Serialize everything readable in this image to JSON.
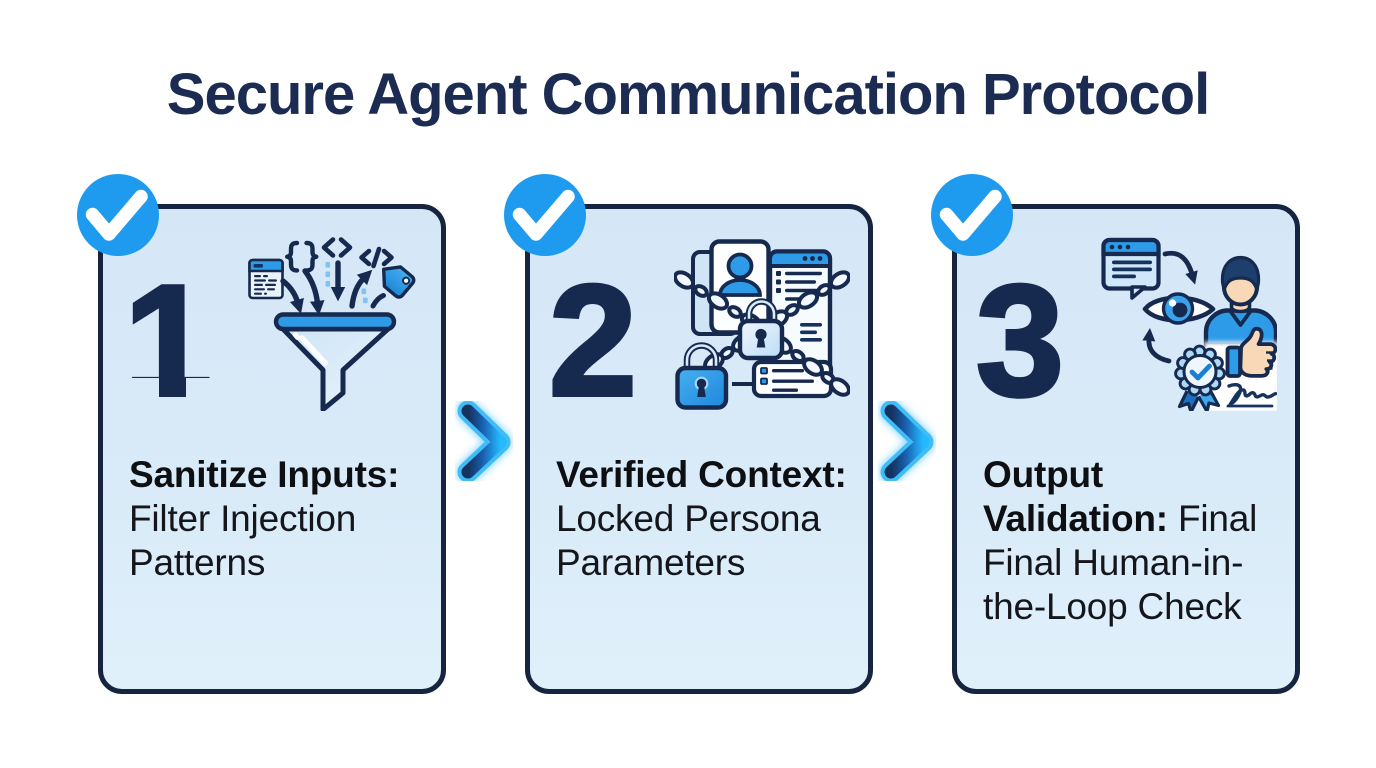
{
  "title": {
    "text": "Secure Agent Communication Protocol"
  },
  "steps": [
    {
      "number": "1",
      "badge": "checkmark",
      "icon": "funnel-filter",
      "heading": "Sanitize Inputs:",
      "body": "\nFilter Injection\nPatterns"
    },
    {
      "number": "2",
      "badge": "checkmark",
      "icon": "locked-persona",
      "heading": "Verified Context:",
      "body": "\nLocked Persona\nParameters"
    },
    {
      "number": "3",
      "badge": "checkmark",
      "icon": "human-review",
      "heading": "Output\nValidation:",
      "body": " Final\nFinal Human-in-\nthe-Loop Check"
    }
  ],
  "connectors": [
    {
      "icon": "chevron-right"
    },
    {
      "icon": "chevron-right"
    }
  ],
  "colors": {
    "background": "#ffffff",
    "title_navy": "#1b2b52",
    "card_fill": "#d8e9f8",
    "card_border_navy": "#16243f",
    "number_navy": "#16294e",
    "text_black": "#14161b",
    "badge_blue": "#1e9bee",
    "icon_blue": "#2e9be8",
    "icon_light_blue": "#d9ecfb",
    "chevron_dark": "#15356b",
    "chevron_bright": "#20b4fa",
    "chevron_edge": "#3fbdf6"
  }
}
